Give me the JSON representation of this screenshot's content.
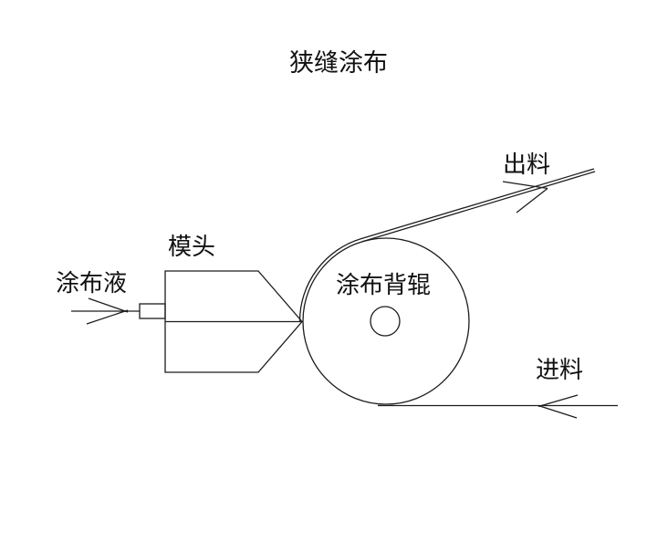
{
  "diagram": {
    "title": "狭缝涂布",
    "labels": {
      "die": "模头",
      "coating_liquid": "涂布液",
      "backing_roller": "涂布背辊",
      "outfeed": "出料",
      "infeed": "进料"
    },
    "colors": {
      "background": "#ffffff",
      "line": "#1c1c1c",
      "text": "#111111"
    }
  }
}
